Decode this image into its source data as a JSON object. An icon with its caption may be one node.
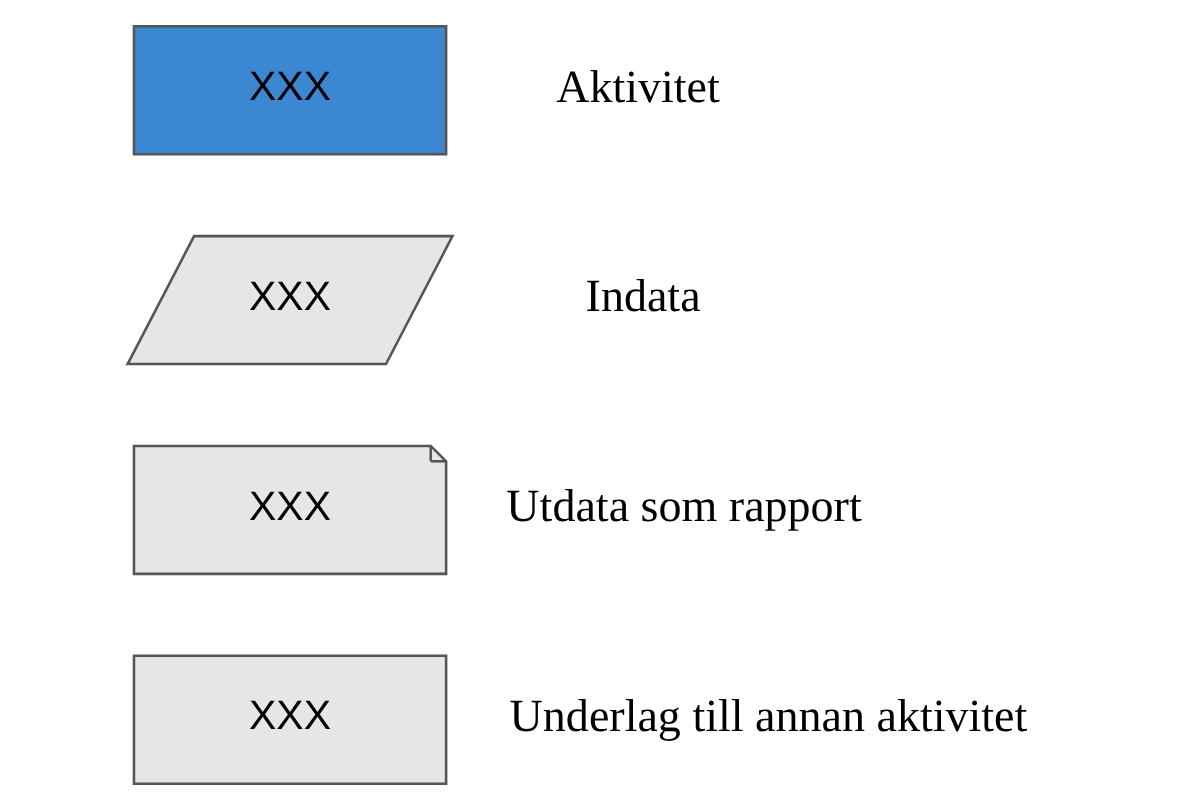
{
  "diagram": {
    "nodes": [
      {
        "text": [
          "XXX"
        ],
        "beside": [
          "Aktivitet"
        ]
      },
      {
        "text": [
          "XXX"
        ],
        "beside": [
          "Indata"
        ]
      },
      {
        "text": [
          "XXX"
        ],
        "beside": [
          "Utdata som rapport"
        ]
      },
      {
        "text": [
          "XXX"
        ],
        "beside": [
          "Underlag till annan aktivitet"
        ]
      }
    ]
  }
}
